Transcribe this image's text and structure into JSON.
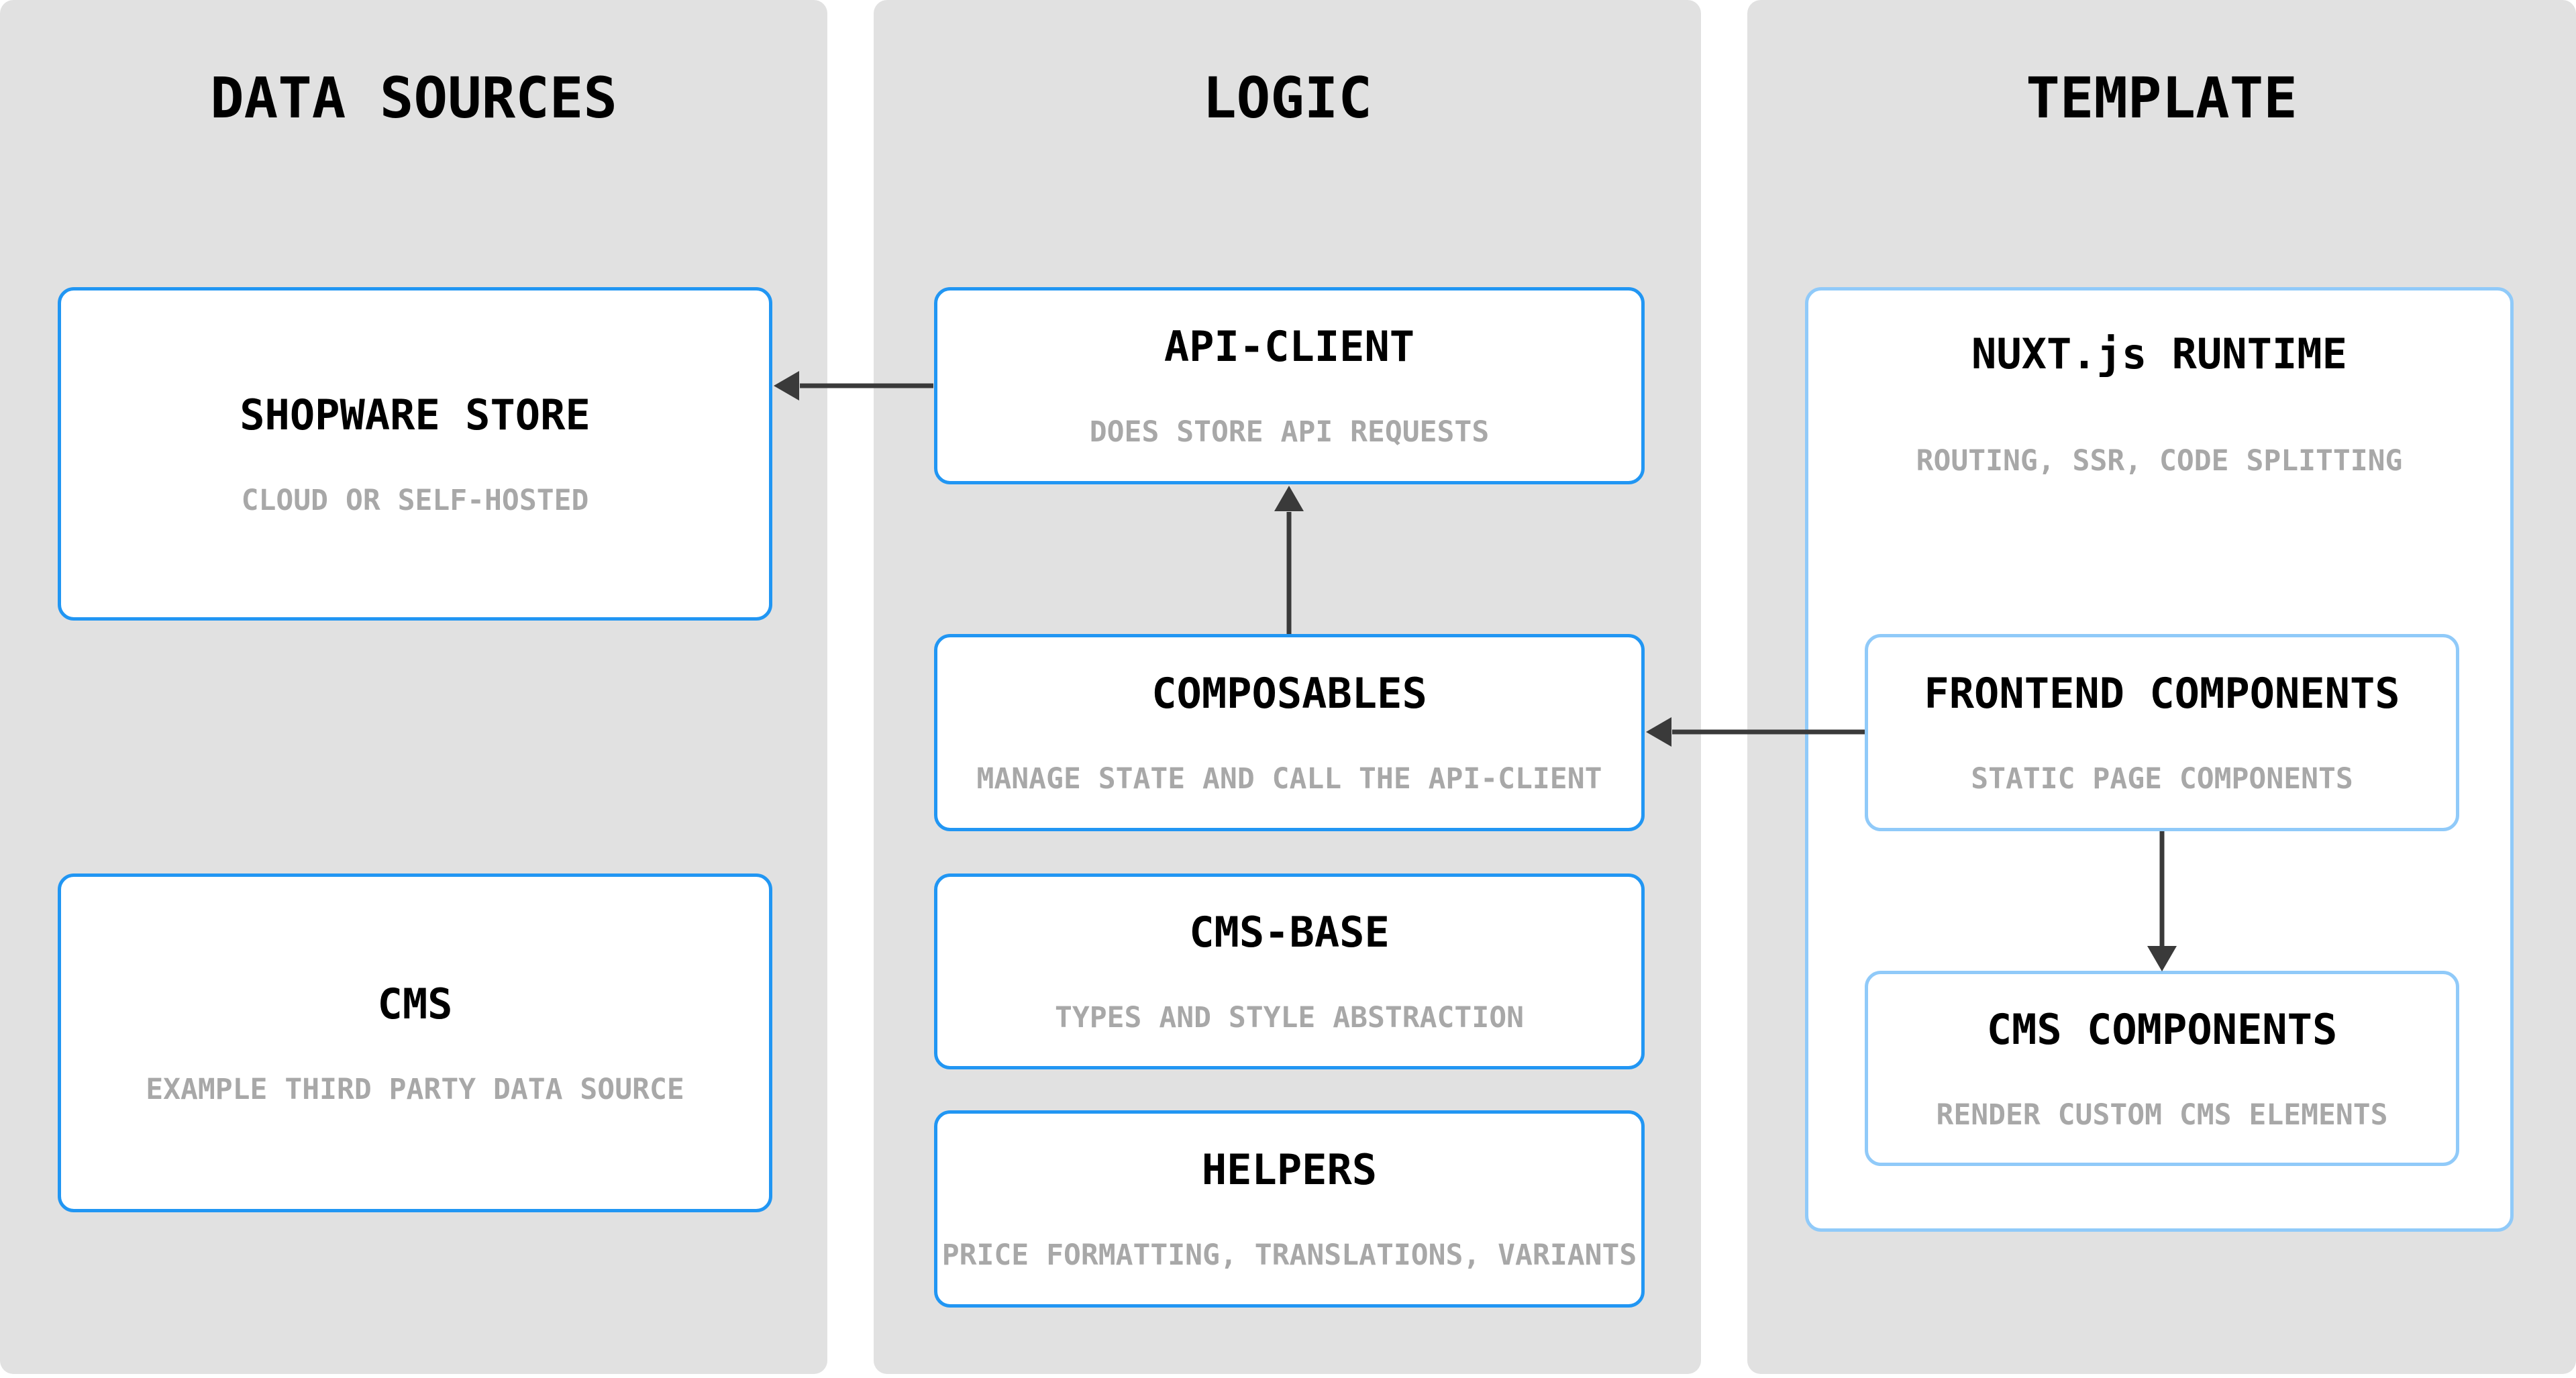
{
  "colors": {
    "canvas_bg": "#ffffff",
    "column_bg": "#e1e1e1",
    "node_bg": "#ffffff",
    "node_border_primary": "#2196f3",
    "node_border_secondary": "#90caf9",
    "title_text": "#000000",
    "subtitle_text": "#a8a8a8",
    "arrow": "#3a3a3a"
  },
  "columns": [
    {
      "title": "DATA SOURCES",
      "boxes": [
        {
          "title": "SHOPWARE STORE",
          "subtitle": "CLOUD OR SELF-HOSTED"
        },
        {
          "title": "CMS",
          "subtitle": "EXAMPLE THIRD PARTY DATA SOURCE"
        }
      ]
    },
    {
      "title": "LOGIC",
      "boxes": [
        {
          "title": "API-CLIENT",
          "subtitle": "DOES STORE API REQUESTS"
        },
        {
          "title": "COMPOSABLES",
          "subtitle": "MANAGE STATE AND CALL THE API-CLIENT"
        },
        {
          "title": "CMS-BASE",
          "subtitle": "TYPES AND STYLE ABSTRACTION"
        },
        {
          "title": "HELPERS",
          "subtitle": "PRICE FORMATTING, TRANSLATIONS, VARIANTS"
        }
      ]
    },
    {
      "title": "TEMPLATE",
      "boxes": [
        {
          "title": "NUXT.js RUNTIME",
          "subtitle": "ROUTING, SSR, CODE SPLITTING",
          "children": [
            {
              "title": "FRONTEND COMPONENTS",
              "subtitle": "STATIC PAGE COMPONENTS"
            },
            {
              "title": "CMS COMPONENTS",
              "subtitle": "RENDER CUSTOM CMS ELEMENTS"
            }
          ]
        }
      ]
    }
  ],
  "arrows": [
    {
      "from": "API-CLIENT",
      "to": "SHOPWARE STORE"
    },
    {
      "from": "COMPOSABLES",
      "to": "API-CLIENT"
    },
    {
      "from": "FRONTEND COMPONENTS",
      "to": "COMPOSABLES"
    },
    {
      "from": "FRONTEND COMPONENTS",
      "to": "CMS COMPONENTS"
    }
  ]
}
